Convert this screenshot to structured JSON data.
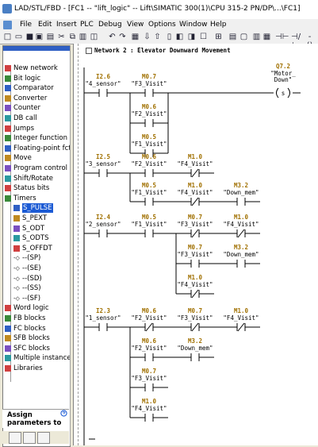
{
  "window": {
    "title": "LAD/STL/FBD  - [FC1 -- \"lift_logic\" -- Lift\\SIMATIC 300(1)\\CPU 315-2 PN/DP\\...\\FC1]"
  },
  "menu": [
    "File",
    "Edit",
    "Insert",
    "PLC",
    "Debug",
    "View",
    "Options",
    "Window",
    "Help"
  ],
  "sidebar": {
    "items": [
      {
        "label": "New network",
        "icon": "new-network-icon"
      },
      {
        "label": "Bit logic",
        "icon": "bit-logic-icon"
      },
      {
        "label": "Comparator",
        "icon": "comparator-icon"
      },
      {
        "label": "Converter",
        "icon": "converter-icon"
      },
      {
        "label": "Counter",
        "icon": "counter-icon"
      },
      {
        "label": "DB call",
        "icon": "db-call-icon"
      },
      {
        "label": "Jumps",
        "icon": "jumps-icon"
      },
      {
        "label": "Integer function",
        "icon": "integer-function-icon"
      },
      {
        "label": "Floating-point fct.",
        "icon": "floating-point-icon"
      },
      {
        "label": "Move",
        "icon": "move-icon"
      },
      {
        "label": "Program control",
        "icon": "program-control-icon"
      },
      {
        "label": "Shift/Rotate",
        "icon": "shift-rotate-icon"
      },
      {
        "label": "Status bits",
        "icon": "status-bits-icon"
      },
      {
        "label": "Timers",
        "icon": "timers-icon"
      }
    ],
    "timer_items": [
      "S_PULSE",
      "S_PEXT",
      "S_ODT",
      "S_ODTS",
      "S_OFFDT",
      "--(SP)",
      "--(SE)",
      "--(SD)",
      "--(SS)",
      "--(SF)"
    ],
    "tail_items": [
      {
        "label": "Word logic",
        "icon": "word-logic-icon"
      },
      {
        "label": "FB blocks",
        "icon": "fb-blocks-icon"
      },
      {
        "label": "FC blocks",
        "icon": "fc-blocks-icon"
      },
      {
        "label": "SFB blocks",
        "icon": "sfb-blocks-icon"
      },
      {
        "label": "SFC blocks",
        "icon": "sfc-blocks-icon"
      },
      {
        "label": "Multiple instances",
        "icon": "multiple-instances-icon"
      },
      {
        "label": "Libraries",
        "icon": "libraries-icon"
      }
    ],
    "selected": "S_PULSE",
    "assign_line1": "Assign",
    "assign_line2": "parameters to"
  },
  "network": {
    "number_label": "Network 2",
    "title": ": Elevator Downward Movement",
    "coil": {
      "address": "Q7.2",
      "symbol_line1": "\"Motor_",
      "symbol_line2": "Down\"",
      "type": "(s)"
    },
    "rungs": [
      {
        "addr": "I2.6",
        "sym": "\"4_sensor\""
      },
      {
        "addr": "M0.7",
        "sym": "\"F3_Visit\""
      },
      {
        "addr": "M0.6",
        "sym": "\"F2_Visit\""
      },
      {
        "addr": "M0.5",
        "sym": "\"F1_Visit\""
      },
      {
        "addr": "I2.5",
        "sym": "\"3_sensor\""
      },
      {
        "addr": "M0.6",
        "sym": "\"F2_Visit\""
      },
      {
        "addr": "M1.0",
        "sym": "\"F4_Visit\""
      },
      {
        "addr": "M0.5",
        "sym": "\"F1_Visit\""
      },
      {
        "addr": "M1.0",
        "sym": "\"F4_Visit\""
      },
      {
        "addr": "M3.2",
        "sym": "\"Down_mem\""
      },
      {
        "addr": "I2.4",
        "sym": "\"2_sensor\""
      },
      {
        "addr": "M0.5",
        "sym": "\"F1_Visit\""
      },
      {
        "addr": "M0.7",
        "sym": "\"F3_Visit\""
      },
      {
        "addr": "M1.0",
        "sym": "\"F4_Visit\""
      },
      {
        "addr": "M0.7",
        "sym": "\"F3_Visit\""
      },
      {
        "addr": "M3.2",
        "sym": "\"Down_mem\""
      },
      {
        "addr": "M1.0",
        "sym": "\"F4_Visit\""
      },
      {
        "addr": "I2.3",
        "sym": "\"1_sensor\""
      },
      {
        "addr": "M0.6",
        "sym": "\"F2_Visit\""
      },
      {
        "addr": "M0.7",
        "sym": "\"F3_Visit\""
      },
      {
        "addr": "M1.0",
        "sym": "\"F4_Visit\""
      },
      {
        "addr": "M0.6",
        "sym": "\"F2_Visit\""
      },
      {
        "addr": "M3.2",
        "sym": "\"Down_mem\""
      },
      {
        "addr": "M0.7",
        "sym": "\"F3_Visit\""
      },
      {
        "addr": "M1.0",
        "sym": "\"F4_Visit\""
      }
    ]
  },
  "colors": {
    "address": "#a07000",
    "selection": "#1c5bd4",
    "wire": "#000000"
  }
}
